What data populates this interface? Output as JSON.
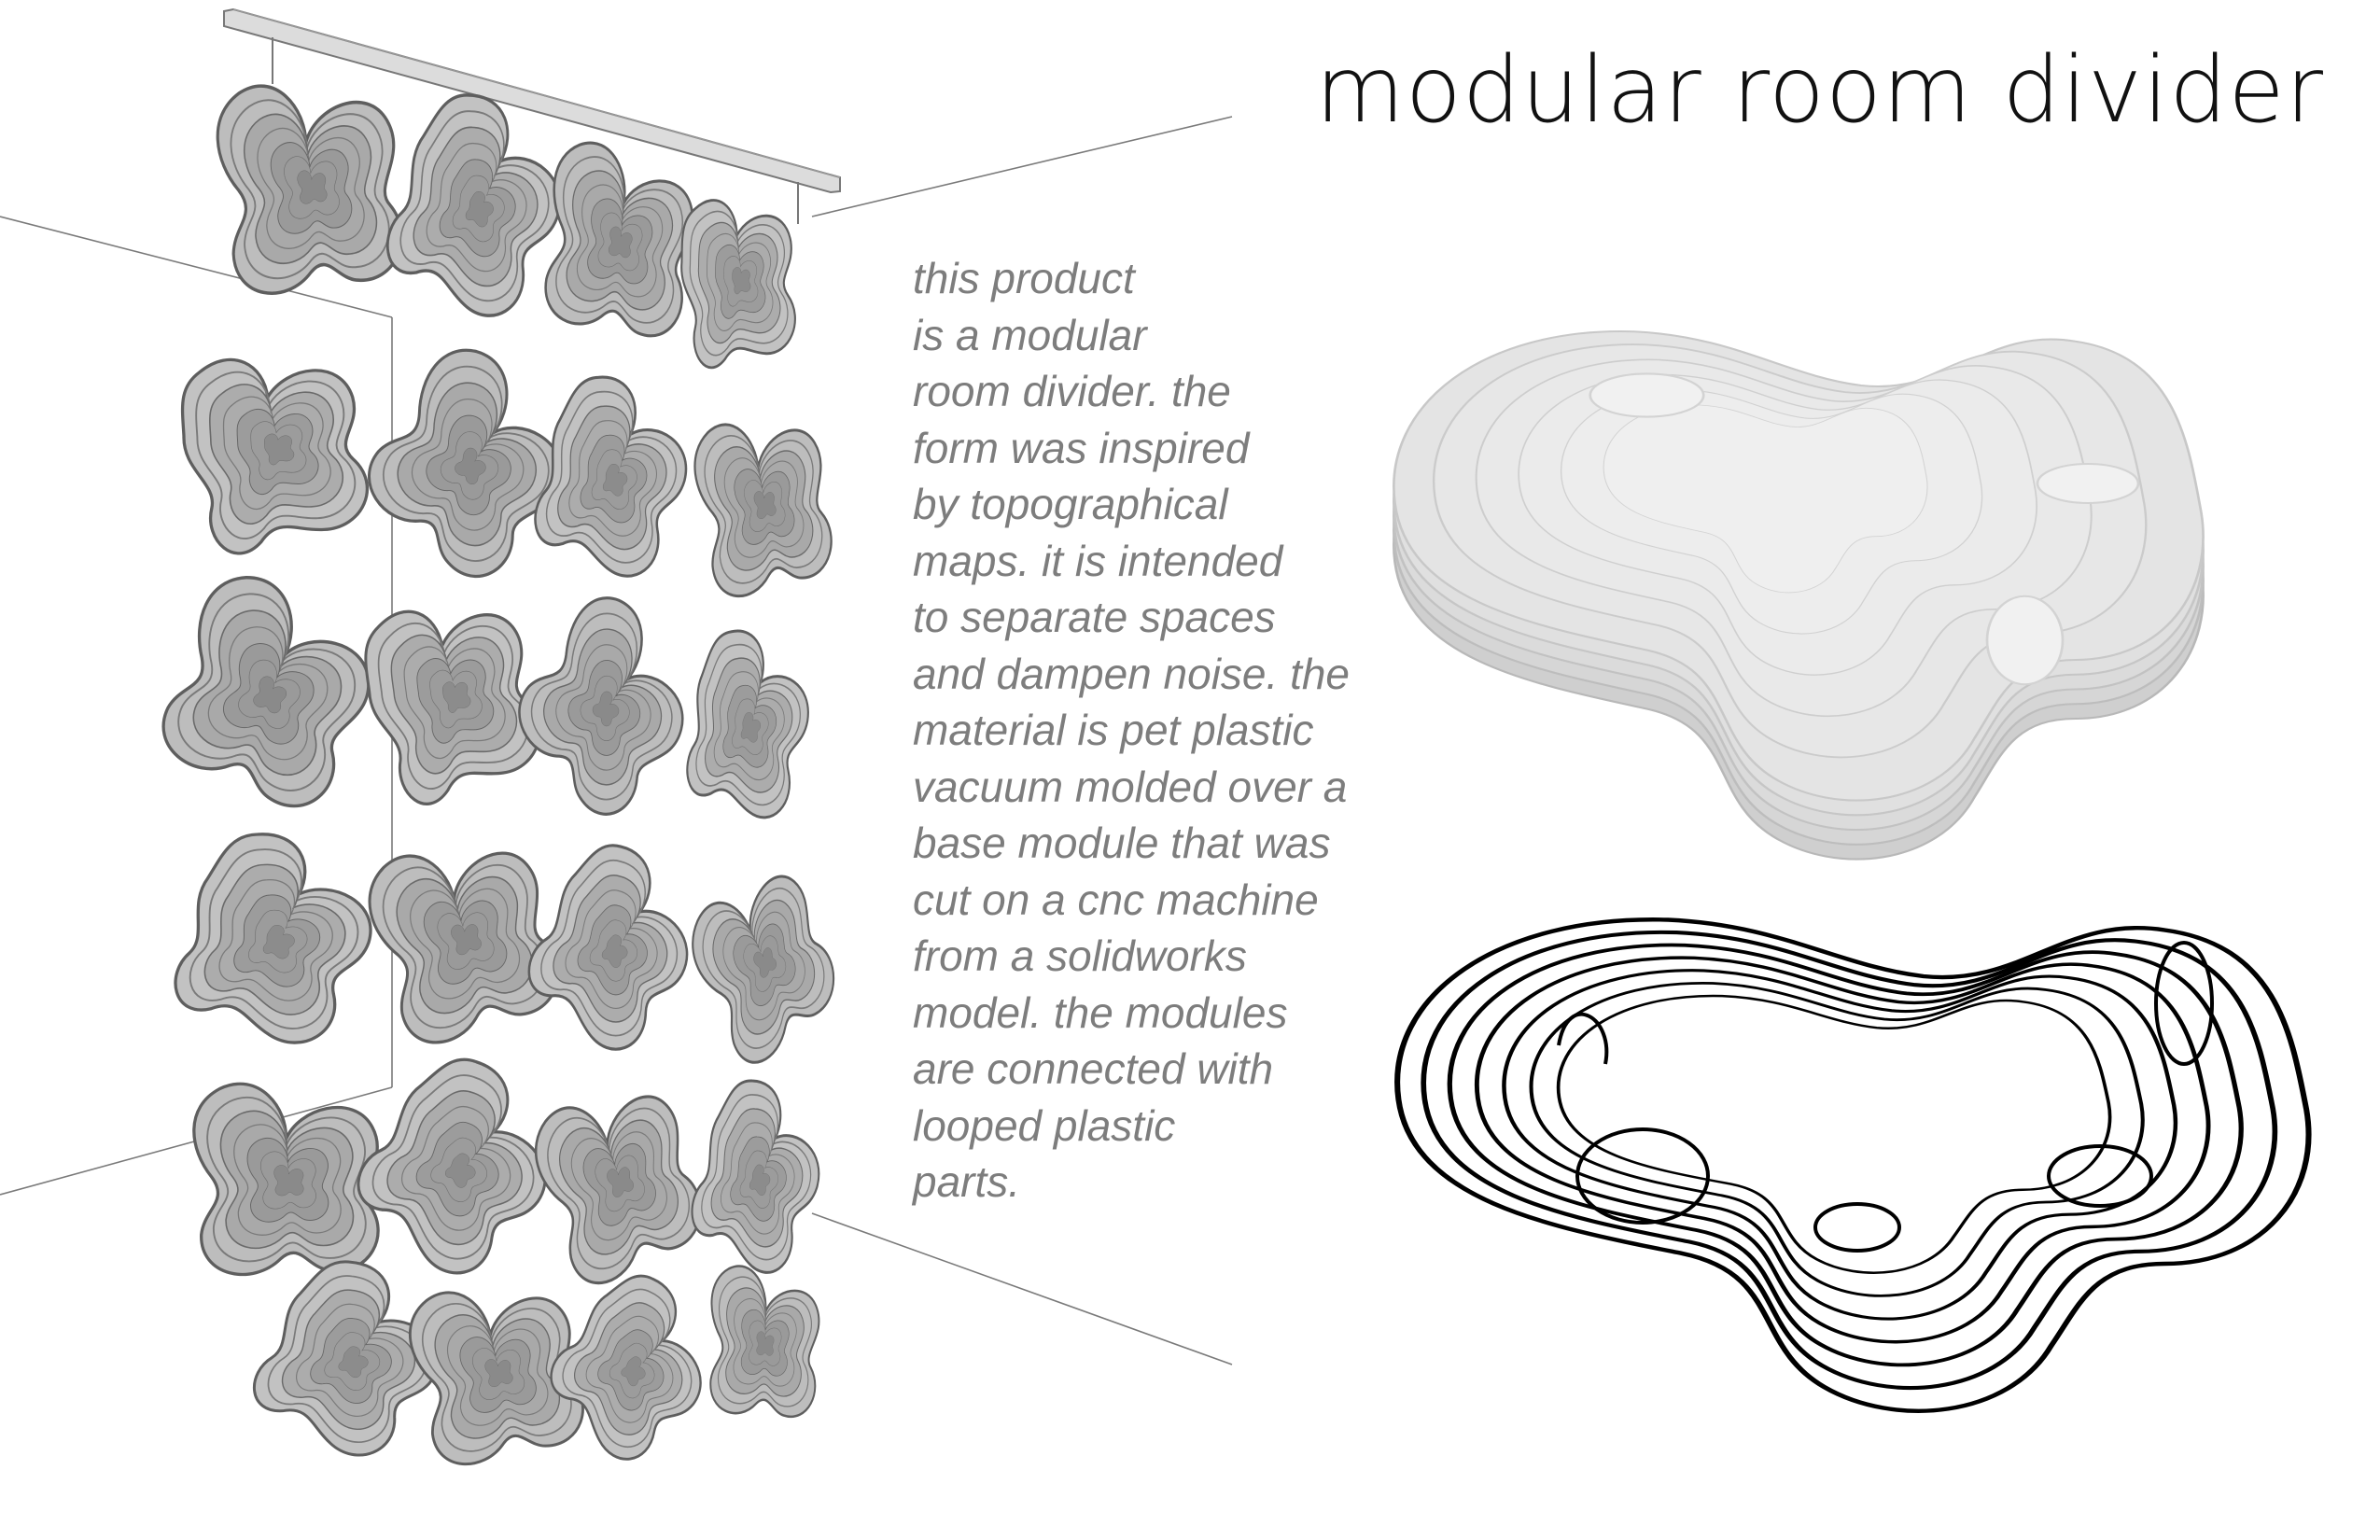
{
  "title": "modular room divider",
  "description": {
    "lines": [
      "this product",
      "is a modular",
      "room divider. the",
      "form was inspired",
      "by topographical",
      "maps. it is intended",
      "to separate spaces",
      "and dampen noise. the",
      "material is pet plastic",
      "vacuum molded over a",
      "base module that was",
      "cut on a cnc machine",
      "from a solidworks",
      "model. the modules",
      "are connected with",
      "looped plastic",
      "parts."
    ]
  },
  "colors": {
    "module_fill": "#bdbdbd",
    "module_stroke": "#6f6f6f",
    "render_fill": "#e2e2e2",
    "contour_stroke": "#000000",
    "body_text": "#7d7d7d",
    "title_text": "#111111"
  }
}
